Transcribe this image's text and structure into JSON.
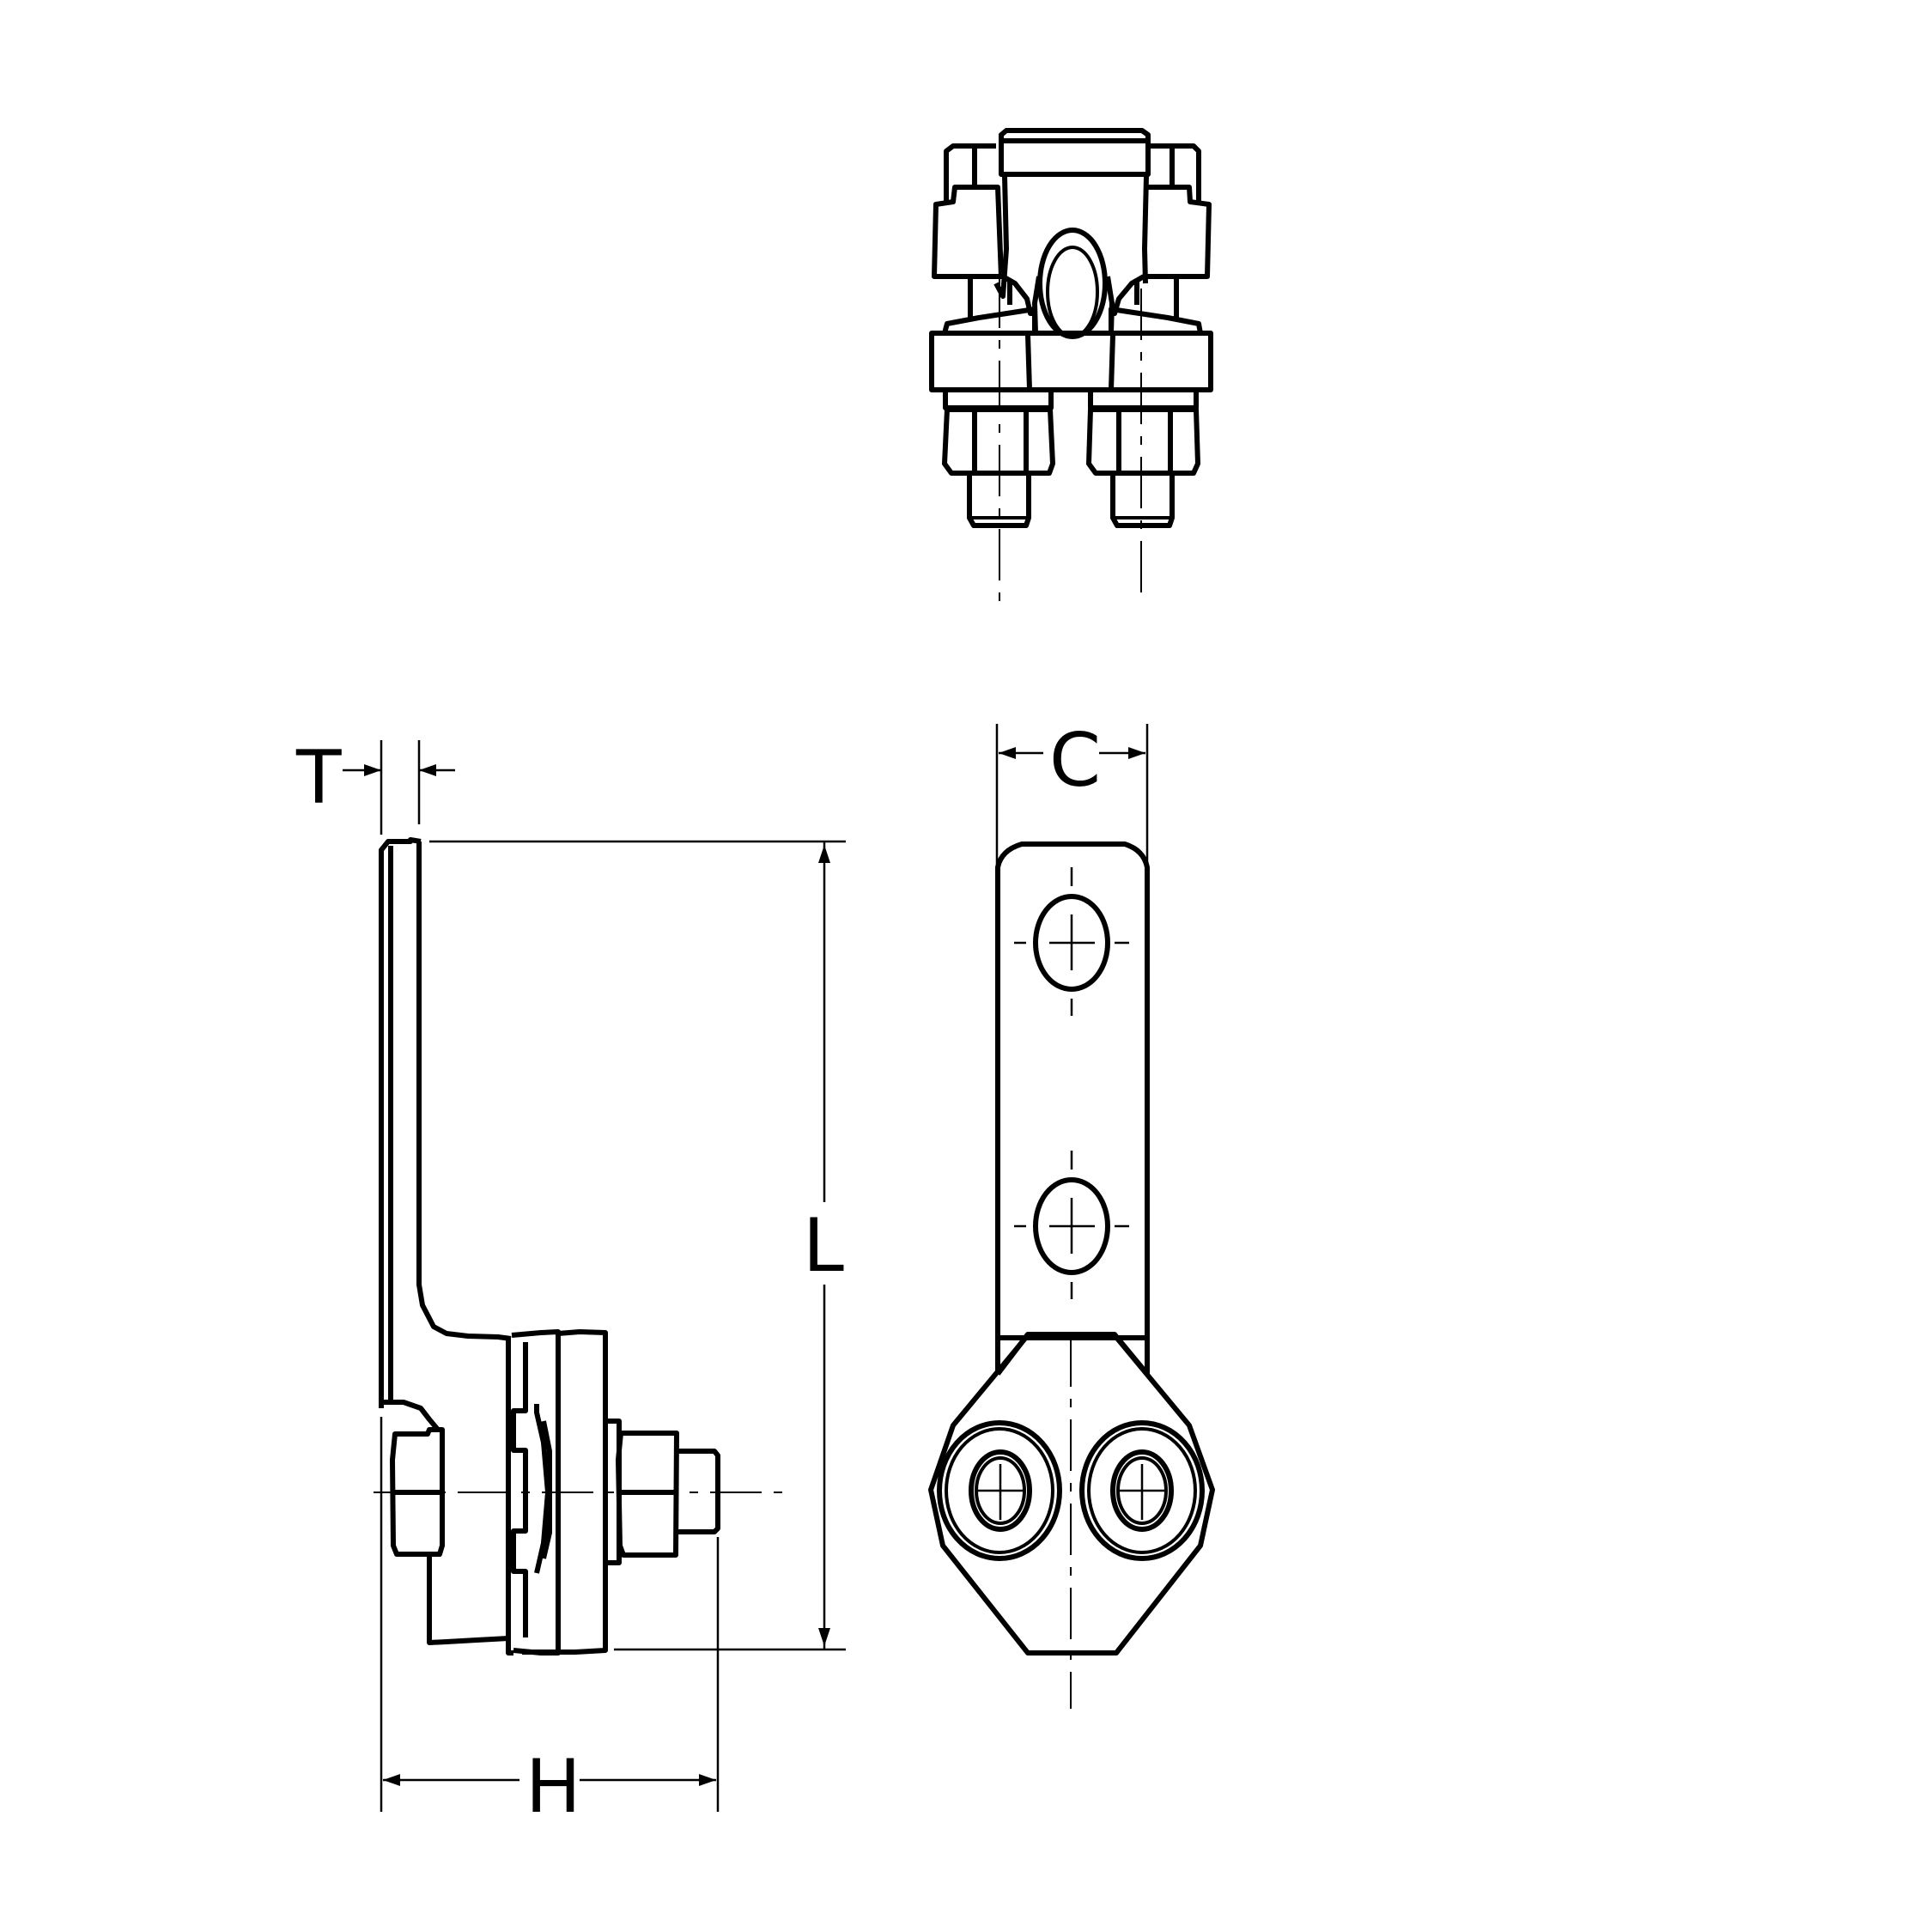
{
  "drawing": {
    "type": "technical-drawing",
    "subject": "bolted terminal connector with flat tongue (top, side and front views)",
    "colors": {
      "line": "#000000",
      "background": "#ffffff"
    },
    "views": [
      {
        "id": "top-view",
        "label": ""
      },
      {
        "id": "side-view",
        "label": ""
      },
      {
        "id": "front-view",
        "label": ""
      }
    ],
    "dimensions": {
      "thickness": {
        "label": "T"
      },
      "width": {
        "label": "C"
      },
      "length": {
        "label": "L"
      },
      "height": {
        "label": "H"
      }
    }
  }
}
